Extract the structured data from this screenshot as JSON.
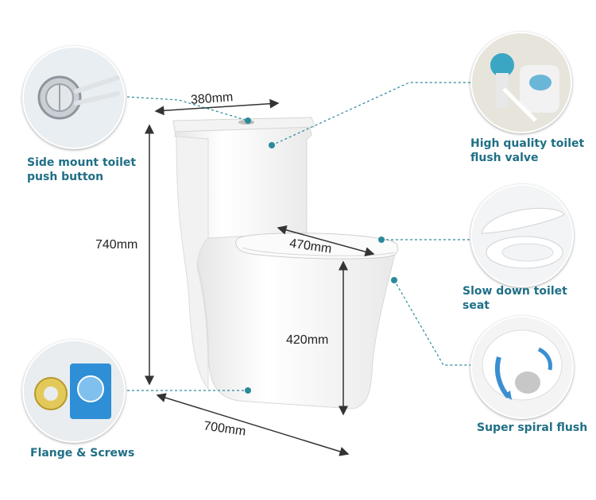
{
  "dimensions": {
    "tank_width": "380mm",
    "total_height": "740mm",
    "seat_depth": "470mm",
    "seat_height": "420mm",
    "total_length": "700mm"
  },
  "features": [
    {
      "id": "push_button",
      "label_line1": "Side mount toilet",
      "label_line2": "push button",
      "icon": "push-button-icon"
    },
    {
      "id": "flush_valve",
      "label_line1": "High quality toilet",
      "label_line2": "flush valve",
      "icon": "flush-valve-icon"
    },
    {
      "id": "toilet_seat",
      "label_line1": "Slow down toilet seat",
      "label_line2": "",
      "icon": "toilet-seat-icon"
    },
    {
      "id": "spiral_flush",
      "label_line1": "Super spiral flush",
      "label_line2": "",
      "icon": "spiral-flush-icon"
    },
    {
      "id": "flange",
      "label_line1": "Flange & Screws",
      "label_line2": "",
      "icon": "flange-icon"
    }
  ],
  "colors": {
    "caption": "#1f6f86",
    "leader": "#2a8a9a",
    "toilet": "#f7f7f7"
  }
}
